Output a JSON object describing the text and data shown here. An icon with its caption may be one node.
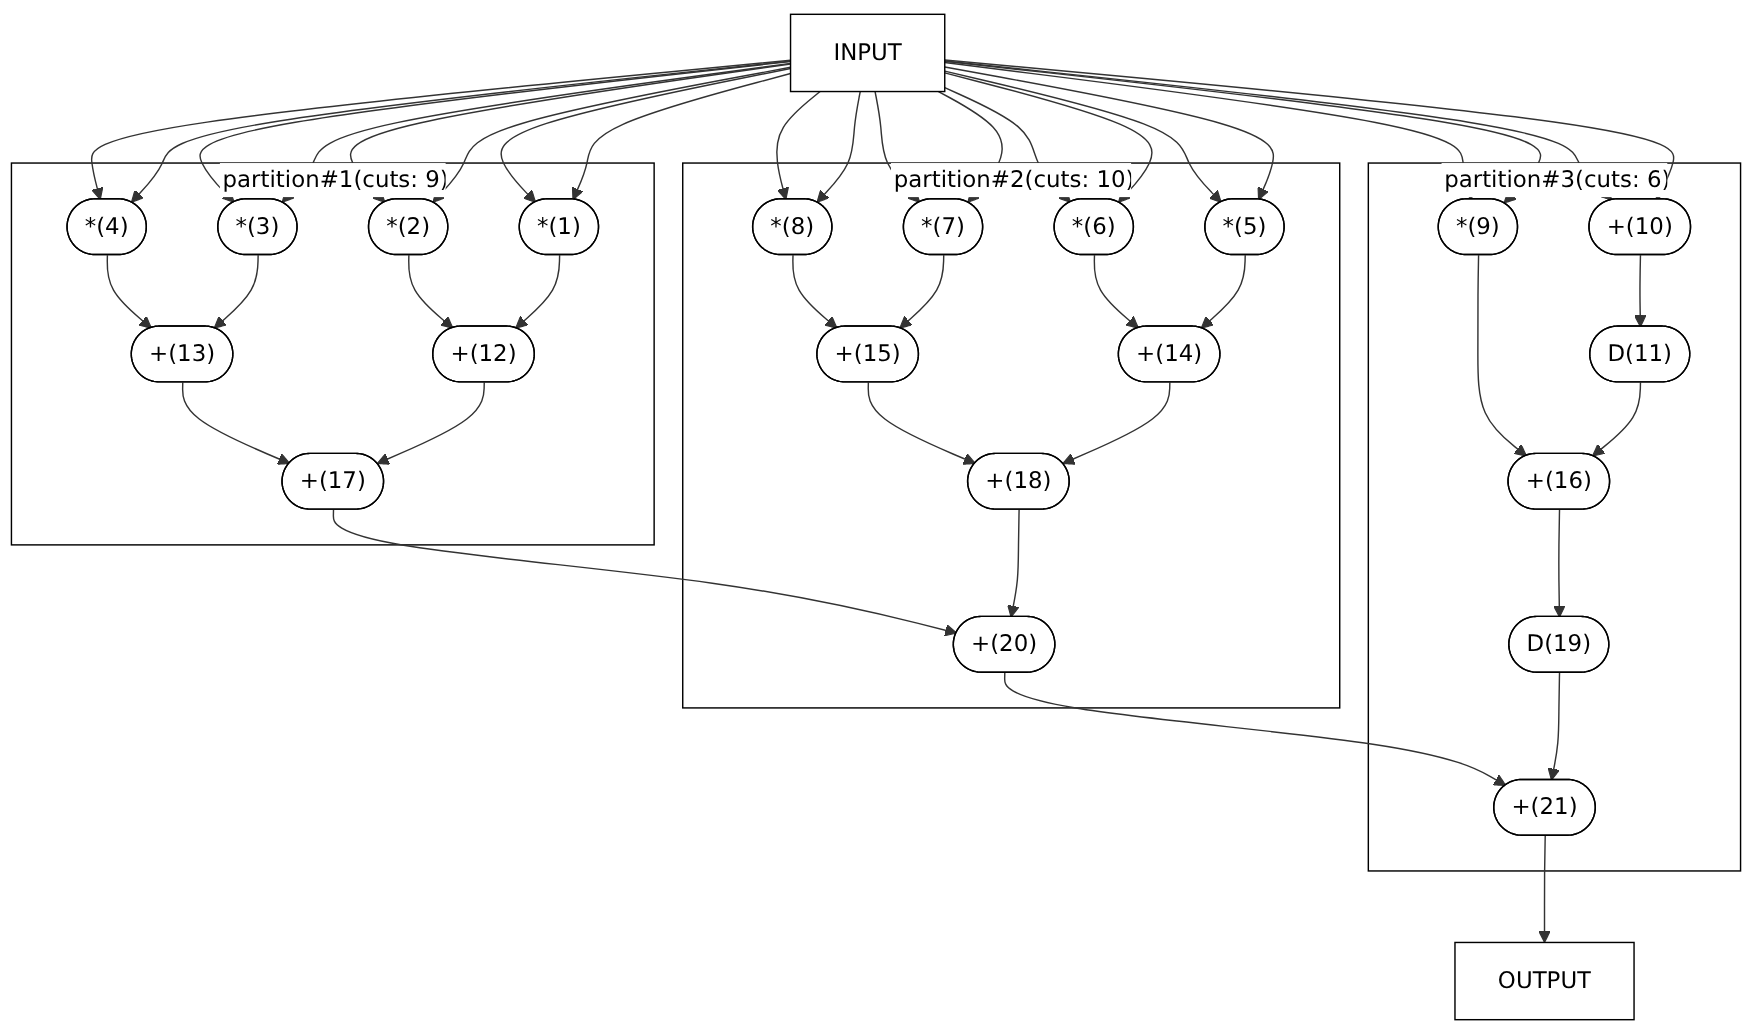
{
  "diagram": {
    "nodes": [
      {
        "text": [
          "INPUT"
        ]
      },
      {
        "text": [
          "partition#1(cuts: 9)"
        ]
      },
      {
        "text": [
          "*(4)"
        ],
        "in": 1
      },
      {
        "text": [
          "*(3)"
        ],
        "in": 1
      },
      {
        "text": [
          "*(2)"
        ],
        "in": 1
      },
      {
        "text": [
          "*(1)"
        ],
        "in": 1
      },
      {
        "text": [
          "+(13)"
        ],
        "in": 1
      },
      {
        "text": [
          "+(12)"
        ],
        "in": 1
      },
      {
        "text": [
          "+(17)"
        ],
        "in": 1
      },
      {
        "text": [
          "partition#2(cuts: 10)"
        ]
      },
      {
        "text": [
          "*(8)"
        ],
        "in": 9
      },
      {
        "text": [
          "*(7)"
        ],
        "in": 9
      },
      {
        "text": [
          "*(6)"
        ],
        "in": 9
      },
      {
        "text": [
          "*(5)"
        ],
        "in": 9
      },
      {
        "text": [
          "+(15)"
        ],
        "in": 9
      },
      {
        "text": [
          "+(14)"
        ],
        "in": 9
      },
      {
        "text": [
          "+(18)"
        ],
        "in": 9
      },
      {
        "text": [
          "+(20)"
        ],
        "in": 9
      },
      {
        "text": [
          "partition#3(cuts: 6)"
        ]
      },
      {
        "text": [
          "+(10)"
        ],
        "in": 18
      },
      {
        "text": [
          "*(9)"
        ],
        "in": 18
      },
      {
        "text": [
          "D(11)"
        ],
        "in": 18
      },
      {
        "text": [
          "+(16)"
        ],
        "in": 18
      },
      {
        "text": [
          "D(19)"
        ],
        "in": 18
      },
      {
        "text": [
          "+(21)"
        ],
        "in": 18
      },
      {
        "text": [
          "OUTPUT"
        ]
      }
    ],
    "edges": [
      {
        "from": 0,
        "to": 2,
        "arrow": "to"
      },
      {
        "from": 0,
        "to": 2,
        "arrow": "to"
      },
      {
        "from": 0,
        "to": 3,
        "arrow": "to"
      },
      {
        "from": 0,
        "to": 3,
        "arrow": "to"
      },
      {
        "from": 0,
        "to": 4,
        "arrow": "to"
      },
      {
        "from": 0,
        "to": 4,
        "arrow": "to"
      },
      {
        "from": 0,
        "to": 5,
        "arrow": "to"
      },
      {
        "from": 0,
        "to": 5,
        "arrow": "to"
      },
      {
        "from": 0,
        "to": 10,
        "arrow": "to"
      },
      {
        "from": 0,
        "to": 10,
        "arrow": "to"
      },
      {
        "from": 0,
        "to": 11,
        "arrow": "to"
      },
      {
        "from": 0,
        "to": 11,
        "arrow": "to"
      },
      {
        "from": 0,
        "to": 12,
        "arrow": "to"
      },
      {
        "from": 0,
        "to": 12,
        "arrow": "to"
      },
      {
        "from": 0,
        "to": 13,
        "arrow": "to"
      },
      {
        "from": 0,
        "to": 13,
        "arrow": "to"
      },
      {
        "from": 0,
        "to": 19,
        "arrow": "to"
      },
      {
        "from": 0,
        "to": 19,
        "arrow": "to"
      },
      {
        "from": 0,
        "to": 20,
        "arrow": "to"
      },
      {
        "from": 0,
        "to": 20,
        "arrow": "to"
      },
      {
        "from": 2,
        "to": 6,
        "arrow": "to"
      },
      {
        "from": 3,
        "to": 6,
        "arrow": "to"
      },
      {
        "from": 4,
        "to": 7,
        "arrow": "to"
      },
      {
        "from": 5,
        "to": 7,
        "arrow": "to"
      },
      {
        "from": 6,
        "to": 8,
        "arrow": "to"
      },
      {
        "from": 7,
        "to": 8,
        "arrow": "to"
      },
      {
        "from": 8,
        "to": 17,
        "arrow": "to"
      },
      {
        "from": 10,
        "to": 14,
        "arrow": "to"
      },
      {
        "from": 11,
        "to": 14,
        "arrow": "to"
      },
      {
        "from": 12,
        "to": 15,
        "arrow": "to"
      },
      {
        "from": 13,
        "to": 15,
        "arrow": "to"
      },
      {
        "from": 14,
        "to": 16,
        "arrow": "to"
      },
      {
        "from": 15,
        "to": 16,
        "arrow": "to"
      },
      {
        "from": 16,
        "to": 17,
        "arrow": "to"
      },
      {
        "from": 17,
        "to": 24,
        "arrow": "to"
      },
      {
        "from": 19,
        "to": 21,
        "arrow": "to"
      },
      {
        "from": 20,
        "to": 22,
        "arrow": "to"
      },
      {
        "from": 21,
        "to": 22,
        "arrow": "to"
      },
      {
        "from": 22,
        "to": 23,
        "arrow": "to"
      },
      {
        "from": 23,
        "to": 24,
        "arrow": "to"
      },
      {
        "from": 24,
        "to": 25,
        "arrow": "to"
      }
    ]
  }
}
